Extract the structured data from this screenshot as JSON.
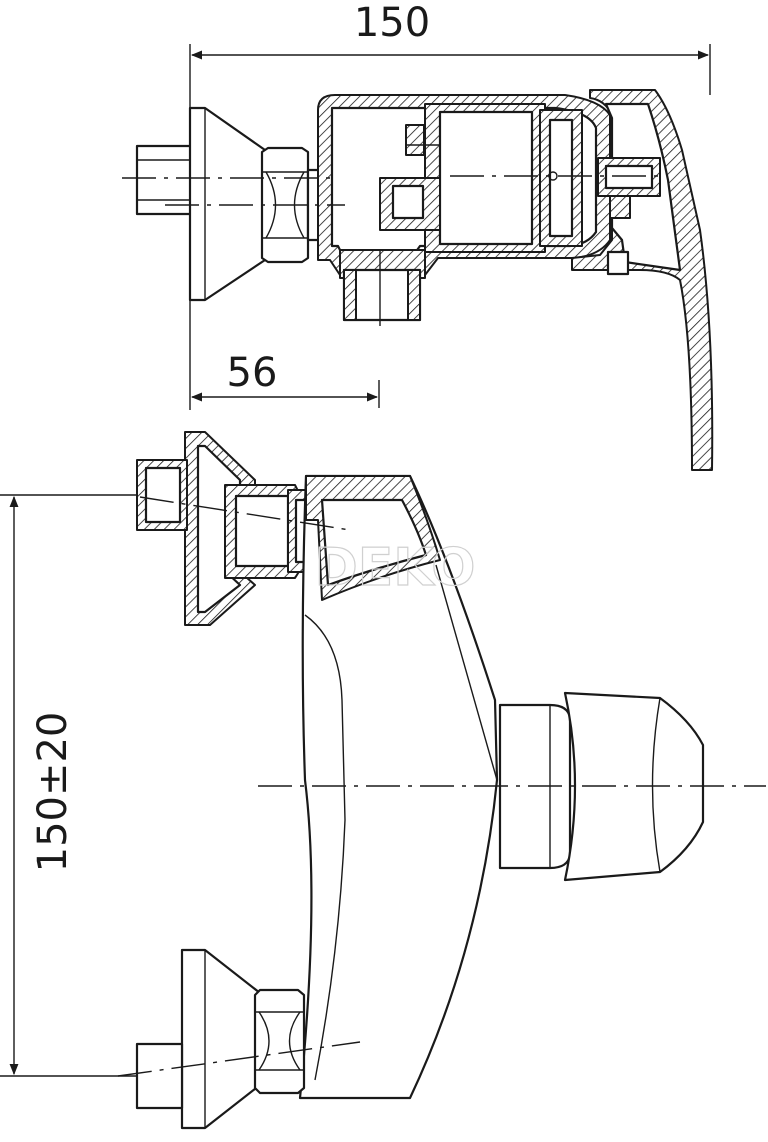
{
  "dimensions": {
    "top_overall_width": "150",
    "top_inlet_offset": "56",
    "side_height": "150±20"
  },
  "watermark": "DEKO",
  "colors": {
    "line": "#1a1a1a",
    "background": "#ffffff"
  }
}
